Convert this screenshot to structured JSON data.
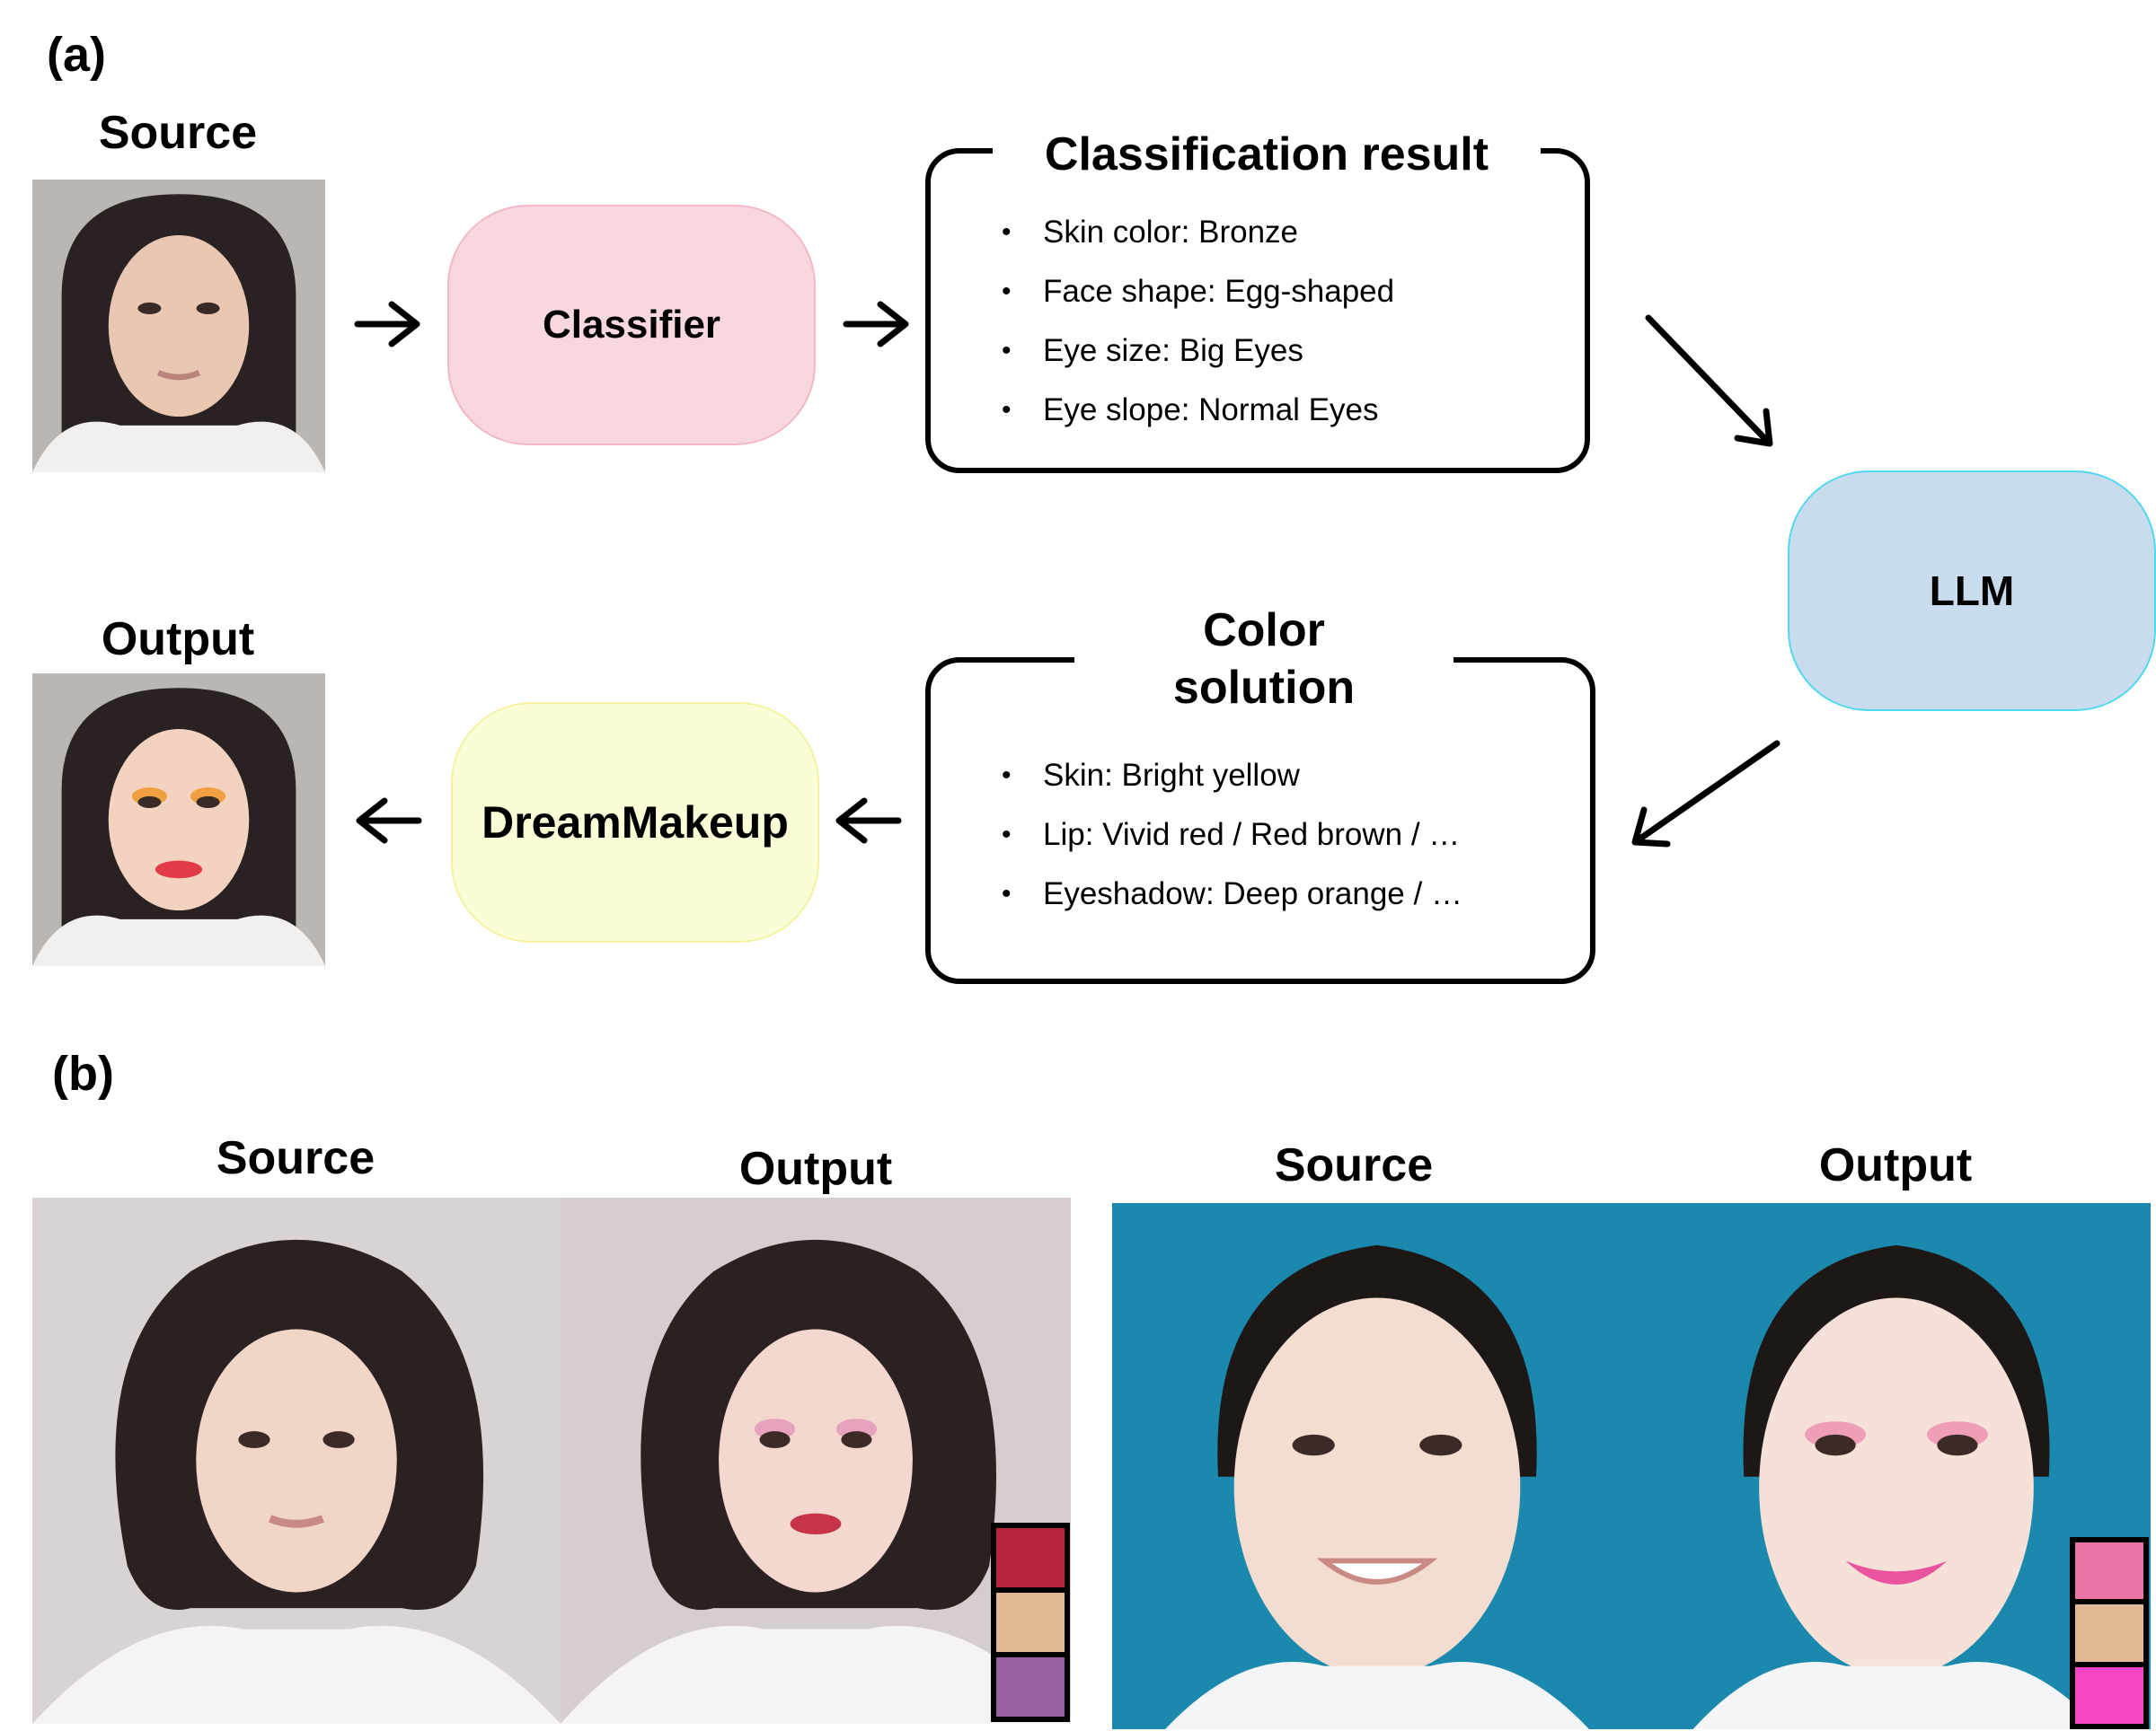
{
  "panel_a": {
    "label": "(a)",
    "source_label": "Source",
    "output_label": "Output",
    "classifier": {
      "label": "Classifier",
      "color": "#f9d7de",
      "border": "#f2b8c5"
    },
    "llm": {
      "label": "LLM",
      "color": "#c9dcee",
      "border": "#4fd8ee"
    },
    "dreammakeup": {
      "label": "DreamMakeup",
      "color": "#fbfdd6",
      "border": "#f4f2a0"
    },
    "classification_result": {
      "title": "Classification  result",
      "items": [
        "Skin color: Bronze",
        "Face shape: Egg-shaped",
        "Eye size: Big Eyes",
        "Eye slope: Normal Eyes"
      ]
    },
    "color_solution": {
      "title_line1": "Color",
      "title_line2": "solution",
      "items": [
        "Skin: Bright yellow",
        "Lip: Vivid red / Red brown / …",
        "Eyeshadow: Deep orange / …"
      ]
    }
  },
  "panel_b": {
    "label": "(b)",
    "pair1": {
      "source_label": "Source",
      "output_label": "Output",
      "swatches": [
        "#b4253c",
        "#e3b995",
        "#9b5fa3"
      ]
    },
    "pair2": {
      "source_label": "Source",
      "output_label": "Output",
      "swatches": [
        "#ea74a6",
        "#e3b995",
        "#f545c5"
      ]
    }
  }
}
